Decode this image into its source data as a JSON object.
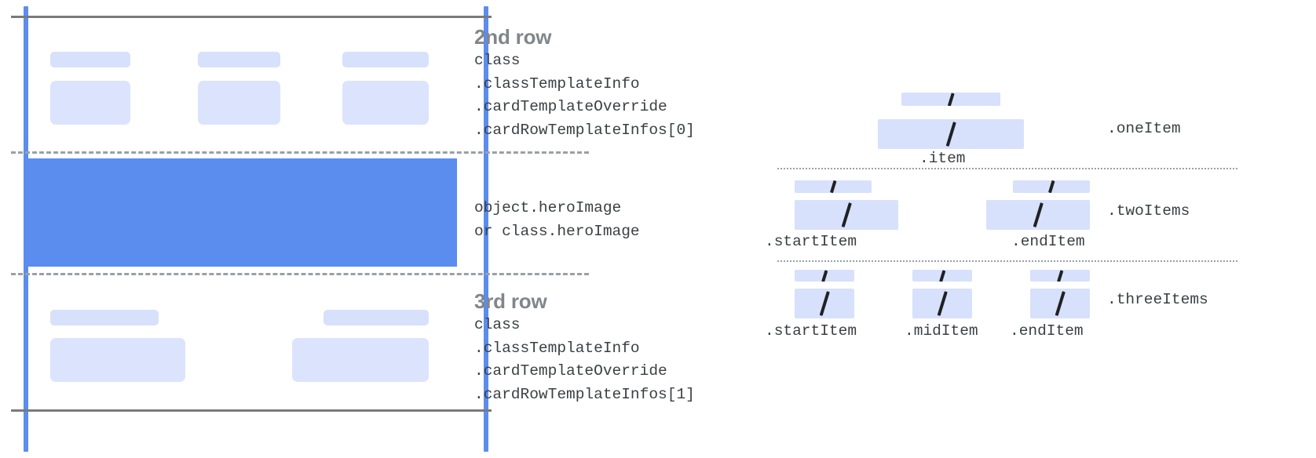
{
  "left_diagram": {
    "name": "card-template-rows-diagram",
    "rows": [
      {
        "id": "second-row",
        "title": "2nd row",
        "code": "class\n.classTemplateInfo\n.cardTemplateOverride\n.cardRowTemplateInfos[0]",
        "columns": 3
      },
      {
        "id": "hero-row",
        "title": "",
        "code": "object.heroImage\nor class.heroImage",
        "columns": 0
      },
      {
        "id": "third-row",
        "title": "3rd row",
        "code": "class\n.classTemplateInfo\n.cardTemplateOverride\n.cardRowTemplateInfos[1]",
        "columns": 2
      }
    ]
  },
  "right_diagram": {
    "name": "row-item-variants-diagram",
    "groups": [
      {
        "id": "one-item",
        "group_label": ".oneItem",
        "items": [
          {
            "label": ".item",
            "glyph": "/"
          }
        ]
      },
      {
        "id": "two-items",
        "group_label": ".twoItems",
        "items": [
          {
            "label": ".startItem",
            "glyph": "/"
          },
          {
            "label": ".endItem",
            "glyph": "/"
          }
        ]
      },
      {
        "id": "three-items",
        "group_label": ".threeItems",
        "items": [
          {
            "label": ".startItem",
            "glyph": "/"
          },
          {
            "label": ".midItem",
            "glyph": "/"
          },
          {
            "label": ".endItem",
            "glyph": "/"
          }
        ]
      }
    ]
  },
  "colors": {
    "guide_blue": "#5b8def",
    "hero_blue": "#5b8def",
    "chip_blue": "#d7e1fb",
    "rule_gray": "#7a7a7a",
    "dash_gray": "#9aa0a6",
    "title_gray": "#80868b",
    "code_gray": "#3c4043"
  }
}
